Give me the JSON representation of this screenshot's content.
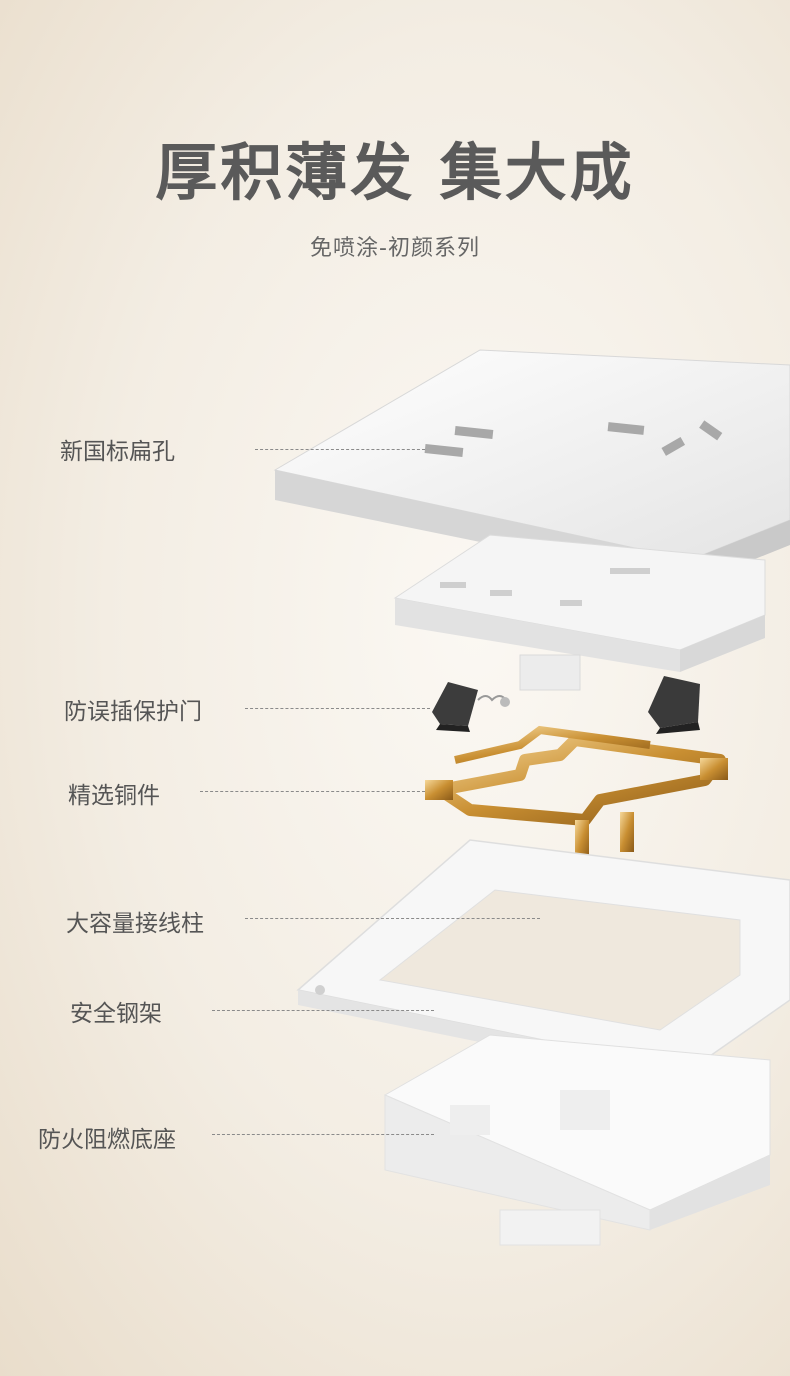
{
  "title": "厚积薄发 集大成",
  "subtitle": "免喷涂-初颜系列",
  "callouts": [
    {
      "label": "新国标扁孔"
    },
    {
      "label": "防误插保护门"
    },
    {
      "label": "精选铜件"
    },
    {
      "label": "大容量接线柱"
    },
    {
      "label": "安全钢架"
    },
    {
      "label": "防火阻燃底座"
    }
  ],
  "colors": {
    "title": "#5a5a5a",
    "panel": "#f2f2f2",
    "copper": "#d4a24a",
    "shutter": "#3a3a3a",
    "background": "#f3ede3"
  }
}
